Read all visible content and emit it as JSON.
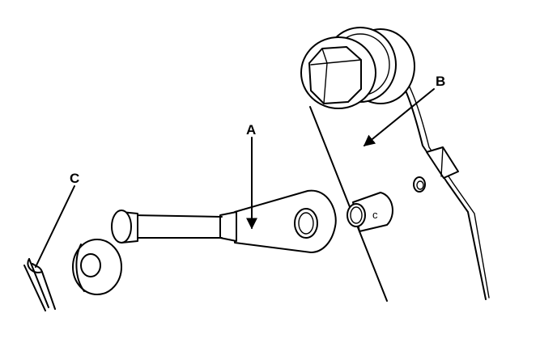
{
  "labels": {
    "a": "A",
    "b": "B",
    "c": "C",
    "c_small": "c"
  }
}
